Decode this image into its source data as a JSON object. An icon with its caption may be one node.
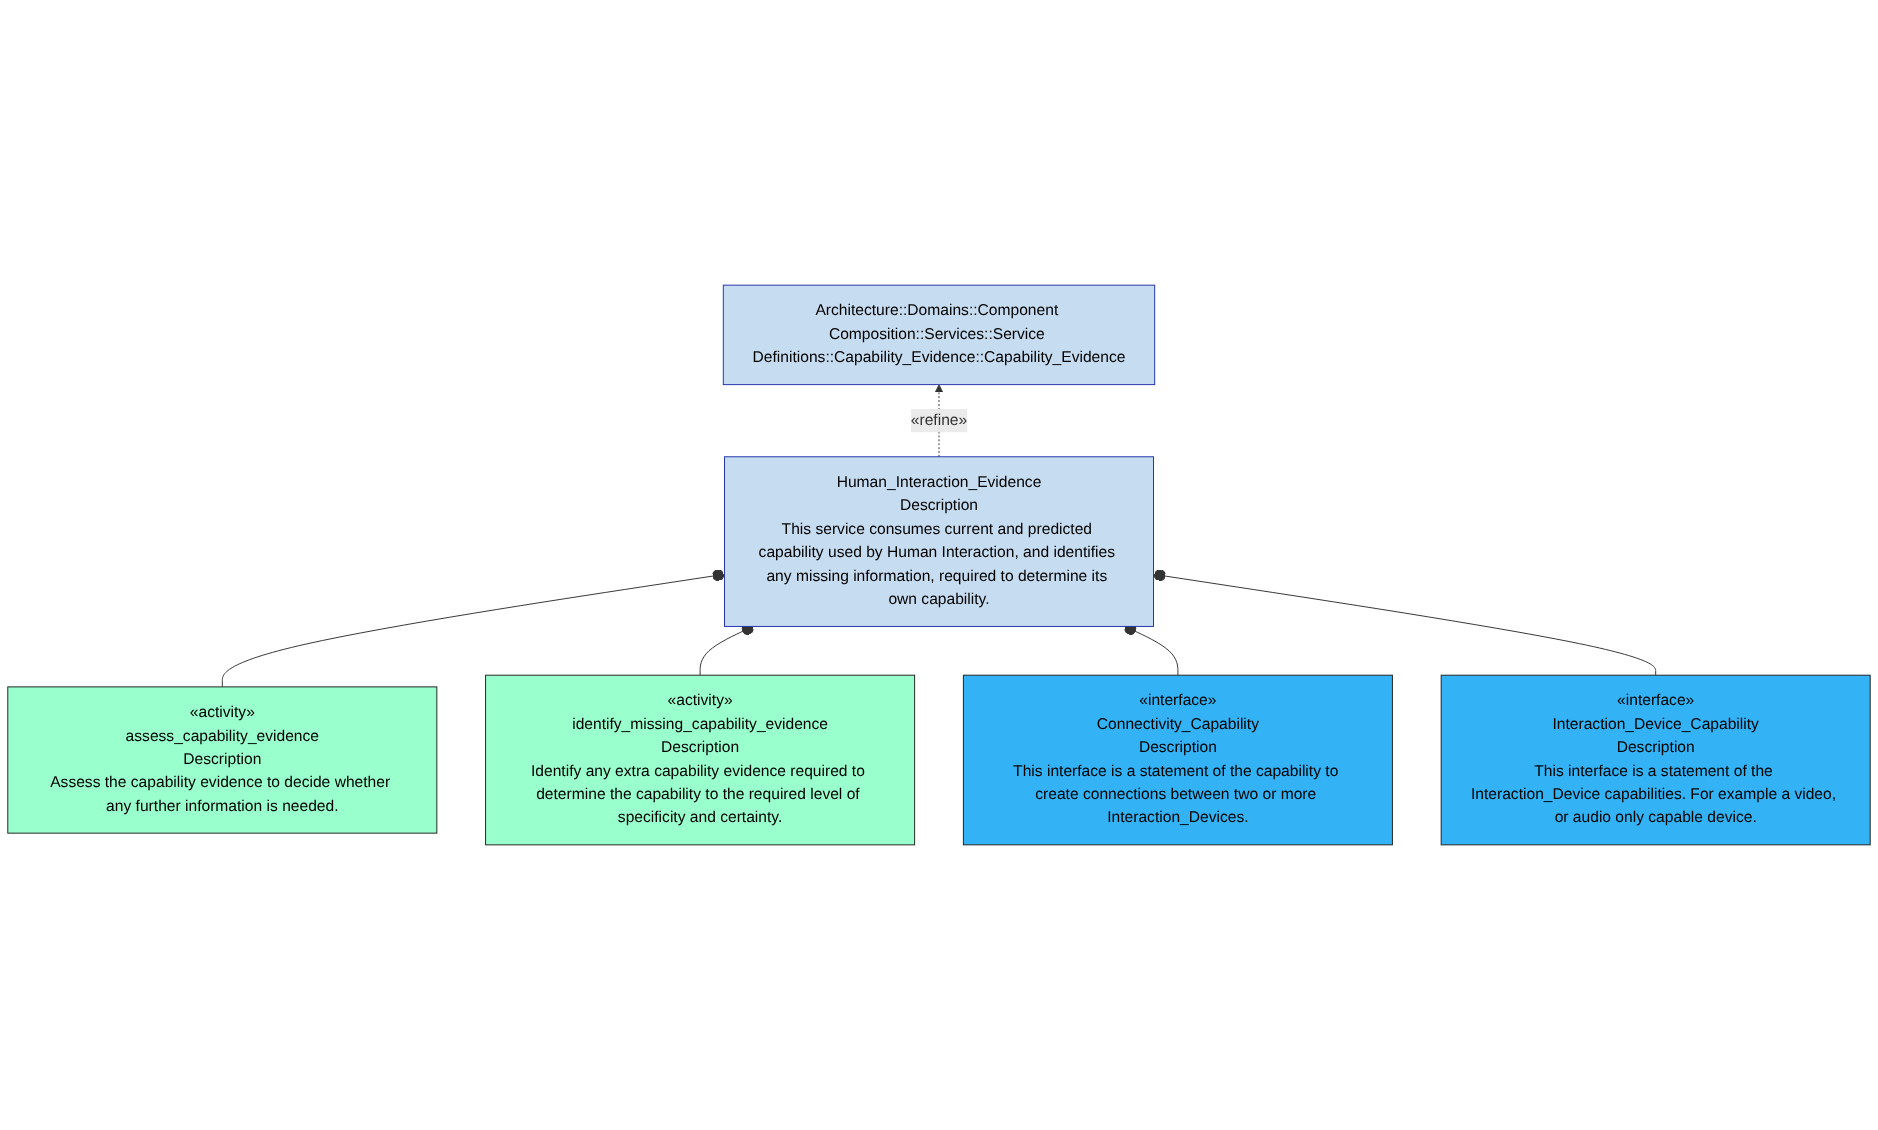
{
  "diagram": {
    "nodes": [
      {
        "text": [
          "Architecture::Domains::Component Composition::Services::Service Definitions::Capability_Evidence::Capability_Evidence"
        ]
      },
      {
        "text": [
          "Human_Interaction_Evidence",
          "Description",
          "This service consumes current and predicted capability used by Human Interaction, and identifies any missing information, required to determine its own capability."
        ]
      },
      {
        "text": [
          "«activity»",
          "assess_capability_evidence",
          "Description",
          "Assess the capability evidence to decide whether any further information is needed."
        ]
      },
      {
        "text": [
          "«activity»",
          "identify_missing_capability_evidence",
          "Description",
          "Identify any extra capability evidence required to determine the capability to the required level of specificity and certainty."
        ]
      },
      {
        "text": [
          "«interface»",
          "Connectivity_Capability",
          "Description",
          "This interface is a statement of the capability to create connections between two or more Interaction_Devices."
        ]
      },
      {
        "text": [
          "«interface»",
          "Interaction_Device_Capability",
          "Description",
          "This interface is a statement of the Interaction_Device capabilities. For example a video, or audio only capable device."
        ]
      }
    ],
    "edges": [
      {
        "from": 1,
        "to": 0,
        "arrow": "to",
        "label": "«refine»",
        "style": "dashed"
      },
      {
        "from": 2,
        "to": 1,
        "arrow": "other"
      },
      {
        "from": 3,
        "to": 1,
        "arrow": "other"
      },
      {
        "from": 4,
        "to": 1,
        "arrow": "other"
      },
      {
        "from": 5,
        "to": 1,
        "arrow": "other"
      }
    ]
  }
}
